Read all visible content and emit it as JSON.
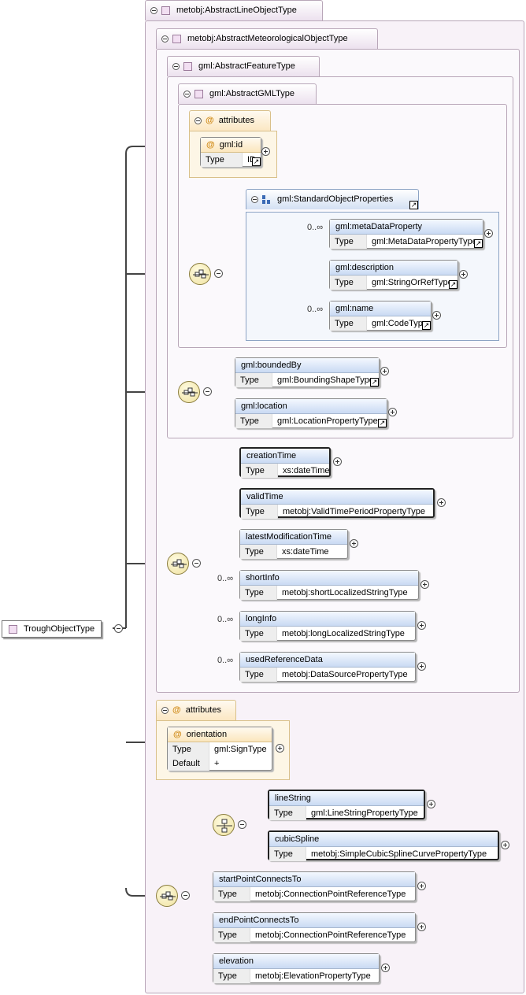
{
  "types": {
    "line": "metobj:AbstractLineObjectType",
    "met": "metobj:AbstractMeteorologicalObjectType",
    "feature": "gml:AbstractFeatureType",
    "gml": "gml:AbstractGMLType"
  },
  "root": "TroughObjectType",
  "labels": {
    "type": "Type",
    "default": "Default",
    "attributes": "attributes"
  },
  "gml_attrs": {
    "name": "gml:id",
    "type": "ID"
  },
  "std_props": {
    "title": "gml:StandardObjectProperties",
    "elements": [
      {
        "name": "gml:metaDataProperty",
        "type": "gml:MetaDataPropertyType",
        "card": "0..∞"
      },
      {
        "name": "gml:description",
        "type": "gml:StringOrRefType",
        "card": ""
      },
      {
        "name": "gml:name",
        "type": "gml:CodeType",
        "card": "0..∞"
      }
    ]
  },
  "feature_elements": [
    {
      "name": "gml:boundedBy",
      "type": "gml:BoundingShapeType"
    },
    {
      "name": "gml:location",
      "type": "gml:LocationPropertyType"
    }
  ],
  "met_elements": [
    {
      "name": "creationTime",
      "type": "xs:dateTime",
      "card": ""
    },
    {
      "name": "validTime",
      "type": "metobj:ValidTimePeriodPropertyType",
      "card": ""
    },
    {
      "name": "latestModificationTime",
      "type": "xs:dateTime",
      "card": ""
    },
    {
      "name": "shortInfo",
      "type": "metobj:shortLocalizedStringType",
      "card": "0..∞"
    },
    {
      "name": "longInfo",
      "type": "metobj:longLocalizedStringType",
      "card": "0..∞"
    },
    {
      "name": "usedReferenceData",
      "type": "metobj:DataSourcePropertyType",
      "card": "0..∞"
    }
  ],
  "line_attrs": {
    "name": "orientation",
    "type": "gml:SignType",
    "default": "+"
  },
  "choice_elements": [
    {
      "name": "lineString",
      "type": "gml:LineStringPropertyType"
    },
    {
      "name": "cubicSpline",
      "type": "metobj:SimpleCubicSplineCurvePropertyType"
    }
  ],
  "line_elements": [
    {
      "name": "startPointConnectsTo",
      "type": "metobj:ConnectionPointReferenceType"
    },
    {
      "name": "endPointConnectsTo",
      "type": "metobj:ConnectionPointReferenceType"
    },
    {
      "name": "elevation",
      "type": "metobj:ElevationPropertyType"
    }
  ]
}
